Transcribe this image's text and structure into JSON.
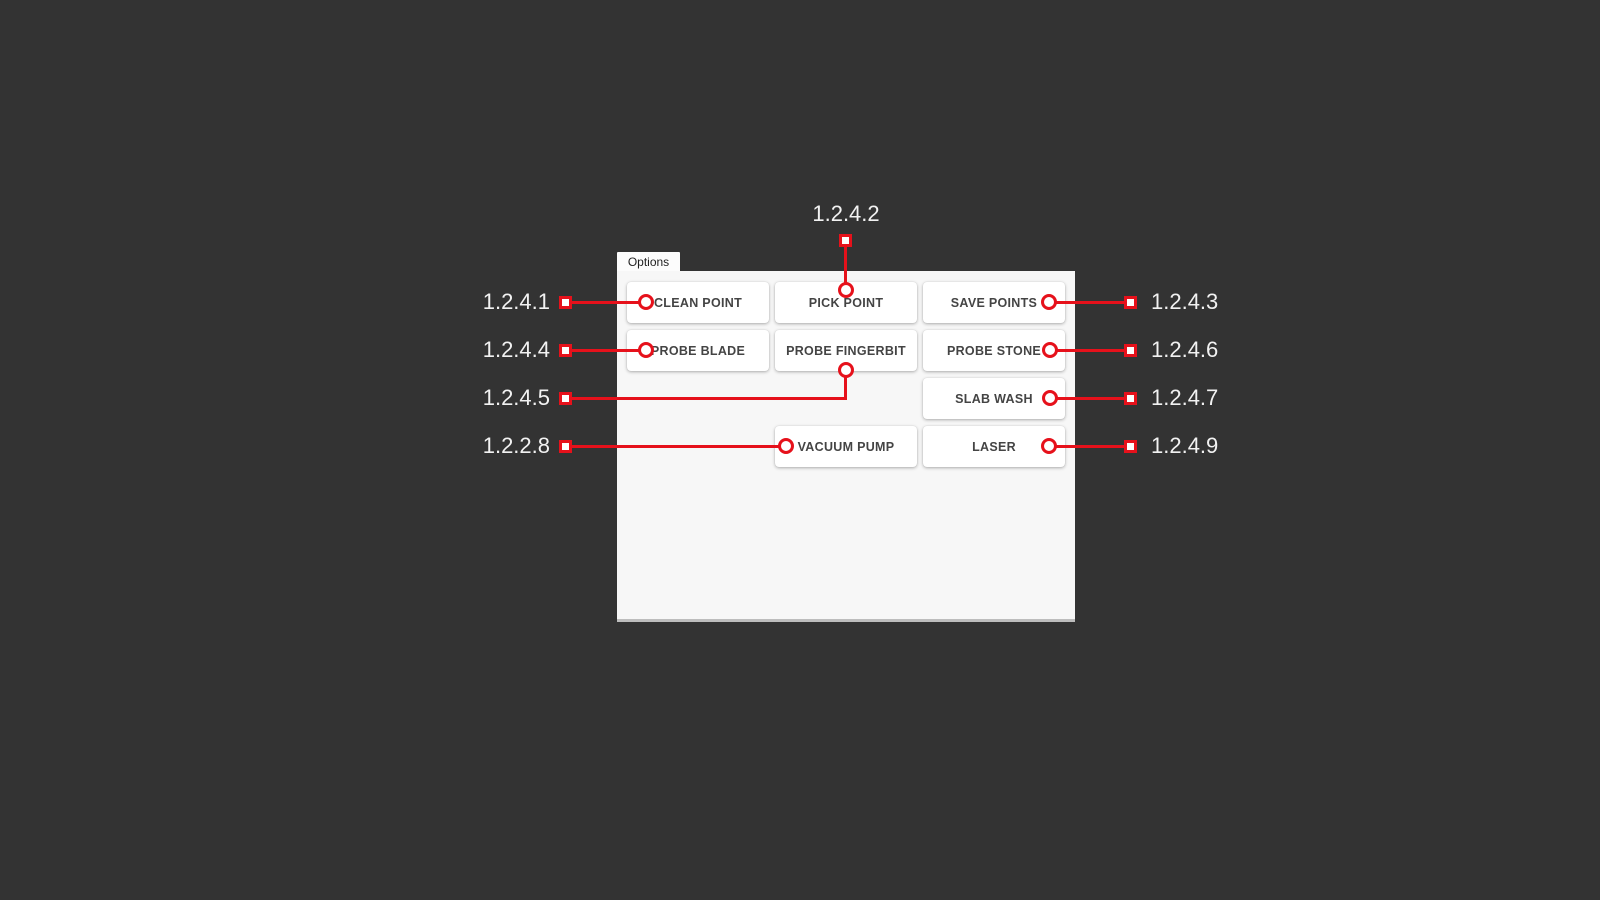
{
  "colors": {
    "background": "#333333",
    "panel": "#f7f7f7",
    "tab": "#fcfcfc",
    "button_bg": "#ffffff",
    "button_text": "#444444",
    "annotation_red": "#e6111b",
    "annotation_label_text": "#f2f2f2"
  },
  "panel": {
    "tab_label": "Options",
    "buttons": [
      {
        "label": "CLEAN POINT"
      },
      {
        "label": "PICK POINT"
      },
      {
        "label": "SAVE POINTS"
      },
      {
        "label": "PROBE BLADE"
      },
      {
        "label": "PROBE FINGERBIT"
      },
      {
        "label": "PROBE STONE"
      },
      {
        "label": "SLAB WASH"
      },
      {
        "label": "VACUUM PUMP"
      },
      {
        "label": "LASER"
      }
    ]
  },
  "annotations": {
    "items": [
      {
        "label": "1.2.4.2",
        "target": "PICK POINT",
        "side": "top"
      },
      {
        "label": "1.2.4.1",
        "target": "CLEAN POINT",
        "side": "left"
      },
      {
        "label": "1.2.4.3",
        "target": "SAVE POINTS",
        "side": "right"
      },
      {
        "label": "1.2.4.4",
        "target": "PROBE BLADE",
        "side": "left"
      },
      {
        "label": "1.2.4.6",
        "target": "PROBE STONE",
        "side": "right"
      },
      {
        "label": "1.2.4.5",
        "target": "PROBE FINGERBIT",
        "side": "left"
      },
      {
        "label": "1.2.4.7",
        "target": "SLAB WASH",
        "side": "right"
      },
      {
        "label": "1.2.2.8",
        "target": "VACUUM PUMP",
        "side": "left"
      },
      {
        "label": "1.2.4.9",
        "target": "LASER",
        "side": "right"
      }
    ]
  }
}
